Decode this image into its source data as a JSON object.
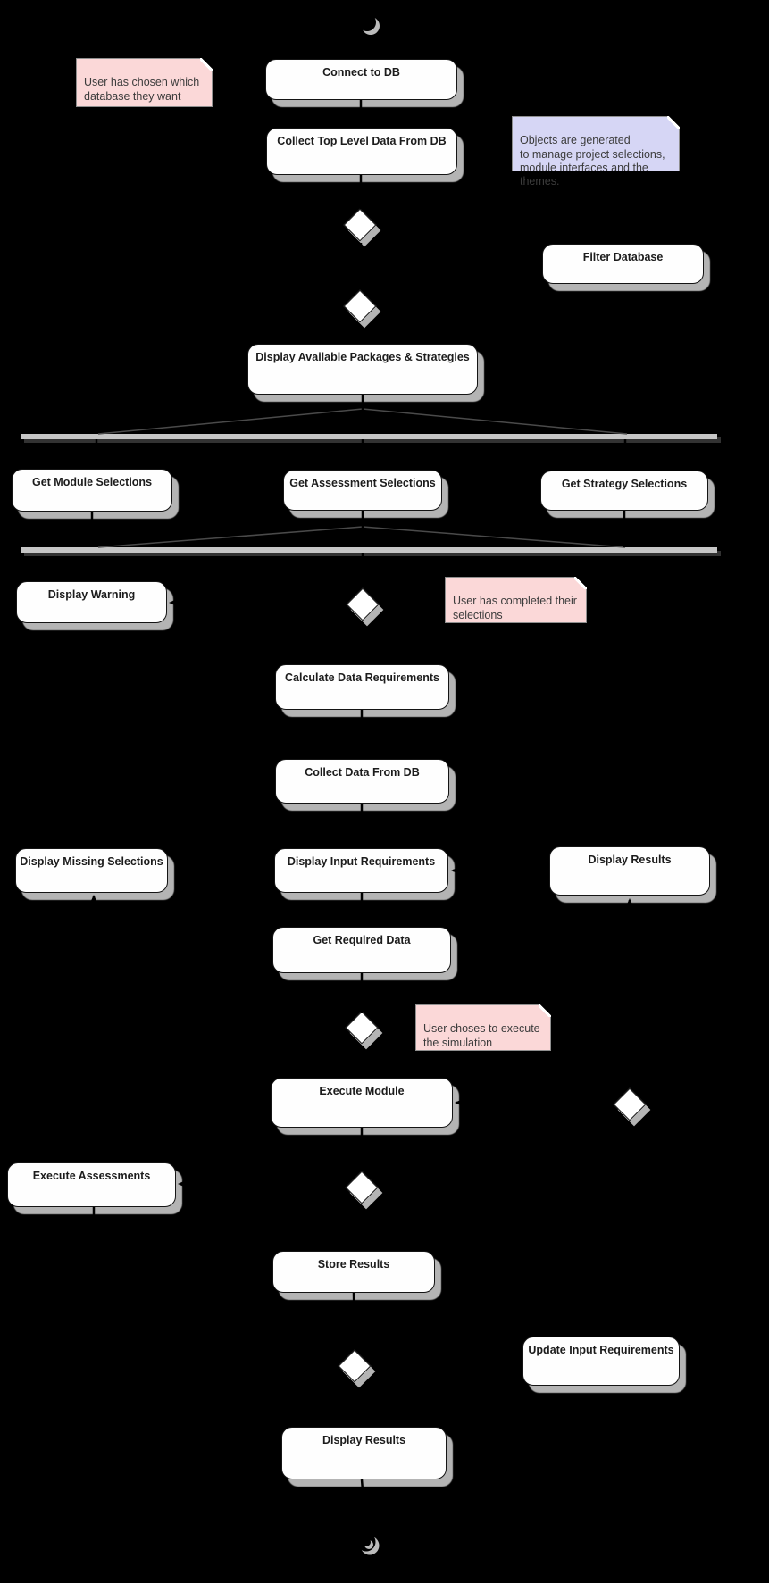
{
  "diagram": {
    "type": "uml-activity-diagram",
    "background_color": "#000000",
    "colors": {
      "activity_fill": "#FEFEFE",
      "activity_border": "#141414",
      "shadow": "#B4B4B4",
      "note_pink": "#FBD8D8",
      "note_lavender": "#D6D6F5",
      "sync_bar": "#C6C6C6"
    },
    "start_node": "initial-state",
    "end_node": "final-state",
    "activities": [
      {
        "label": "Connect to DB"
      },
      {
        "label": "Collect Top Level Data From DB"
      },
      {
        "label": "Filter Database"
      },
      {
        "label": "Display Available Packages & Strategies"
      },
      {
        "label": "Get Module Selections"
      },
      {
        "label": "Get Assessment Selections"
      },
      {
        "label": "Get Strategy Selections"
      },
      {
        "label": "Display Warning"
      },
      {
        "label": "Calculate Data Requirements"
      },
      {
        "label": "Collect Data From DB"
      },
      {
        "label": "Display Missing Selections"
      },
      {
        "label": "Display Input Requirements"
      },
      {
        "label": "Display Results"
      },
      {
        "label": "Get Required Data"
      },
      {
        "label": "Execute Module"
      },
      {
        "label": "Execute Assessments"
      },
      {
        "label": "Store Results"
      },
      {
        "label": "Update Input Requirements"
      },
      {
        "label": "Display Results"
      }
    ],
    "notes": [
      {
        "color": "pink",
        "label": "User has chosen which\ndatabase they want"
      },
      {
        "color": "lavender",
        "label": "Objects are generated\nto manage project selections,\nmodule interfaces and the\nthemes."
      },
      {
        "color": "pink",
        "label": "User has completed their\nselections"
      },
      {
        "color": "pink",
        "label": "User choses to execute\nthe simulation"
      }
    ],
    "decision_count": 7,
    "sync_bars": 2
  }
}
